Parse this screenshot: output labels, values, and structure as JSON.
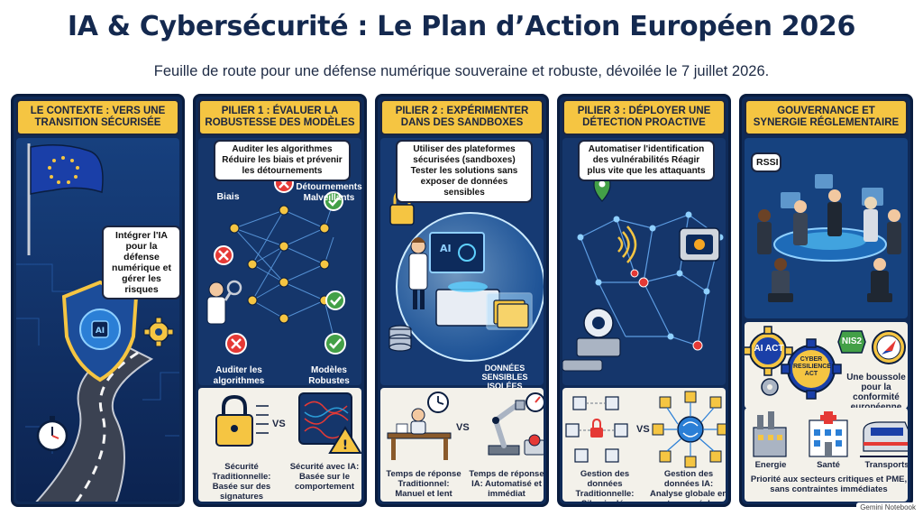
{
  "title": "IA & Cybersécurité : Le Plan d’Action Européen 2026",
  "subtitle": "Feuille de route pour une défense numérique souveraine et robuste, dévoilée le 7 juillet 2026.",
  "watermark": "Gemini Notebook",
  "colors": {
    "navy": "#0f2a57",
    "header_yellow": "#f5c542",
    "cream": "#f3f1ea",
    "red": "#e53935",
    "green": "#43a047"
  },
  "col1": {
    "header": "LE CONTEXTE : VERS UNE TRANSITION SÉCURISÉE",
    "bubble": "Intégrer l'IA pour la défense numérique et gérer les risques",
    "icons": [
      "eu-flag-icon",
      "ai-shield-icon",
      "gear-icon",
      "stopwatch-icon"
    ],
    "shield_text": "AI"
  },
  "col2": {
    "header": "PILIER 1 : ÉVALUER LA ROBUSTESSE DES MODÈLES",
    "bubble": "Auditer les algorithmes Réduire les biais et prévenir les détournements",
    "label_biais": "Biais",
    "label_detournements": "Détournements Malveillants",
    "label_auditer": "Auditer les algorithmes",
    "label_modeles": "Modèles Robustes",
    "vs": "VS",
    "caption_left": "Sécurité Traditionnelle: Basée sur des signatures",
    "caption_right": "Sécurité avec IA: Basée sur le comportement"
  },
  "col3": {
    "header": "PILIER 2 : EXPÉRIMENTER DANS DES SANDBOXES",
    "bubble": "Utiliser des plateformes sécurisées (sandboxes) Tester les solutions sans exposer de données sensibles",
    "screen_text": "AI",
    "label_data": "DONNÉES SENSIBLES ISOLÉES",
    "vs": "VS",
    "caption_left": "Temps de réponse Traditionnel: Manuel et lent",
    "caption_right": "Temps de réponse IA: Automatisé et immédiat"
  },
  "col4": {
    "header": "PILIER 3 : DÉPLOYER UNE DÉTECTION PROACTIVE",
    "bubble": "Automatiser l'identification des vulnérabilités Réagir plus vite que les attaquants",
    "vs": "VS",
    "caption_left": "Gestion des données Traditionnelle: Silos isolés",
    "caption_right": "Gestion des données IA: Analyse globale en temps réel"
  },
  "col5": {
    "header": "GOUVERNANCE ET SYNERGIE RÉGLEMENTAIRE",
    "bubble_rssi": "RSSI",
    "gear_ai_act": "AI ACT",
    "gear_cra": "CYBER RESILIENCE ACT",
    "badge_nis2": "NIS2",
    "compass_caption": "Une boussole pour la conformité européenne",
    "sector_energie": "Energie",
    "sector_sante": "Santé",
    "sector_transports": "Transports",
    "priority_caption": "Priorité aux secteurs critiques et PME, sans contraintes immédiates"
  }
}
